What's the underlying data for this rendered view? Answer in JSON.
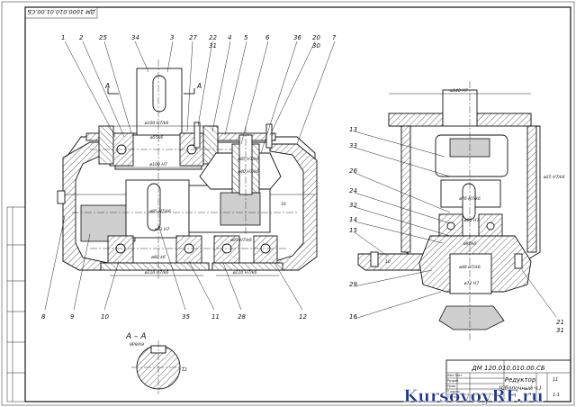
{
  "drawing": {
    "doc_code_top": "ДМ 1000.010.01.00.СБ",
    "doc_code_title": "ДМ 120.010.010.00.СБ",
    "title": "Редуктор",
    "subtitle": "(Сборочный ч.)",
    "sheet_count": "11",
    "scale": "1:1",
    "section_label": "А – А",
    "section_mark_left": "А",
    "section_mark_right": "А"
  },
  "leaders_top": [
    "1",
    "2",
    "25",
    "34",
    "3",
    "27",
    "22",
    "31",
    "4",
    "5",
    "6",
    "36",
    "20",
    "30",
    "7"
  ],
  "leaders_bottom": [
    "8",
    "9",
    "10",
    "35",
    "11",
    "28",
    "12"
  ],
  "leaders_right": [
    "13",
    "33",
    "26",
    "24",
    "32",
    "14",
    "15",
    "29",
    "16",
    "21",
    "31"
  ],
  "dims": {
    "d1": "ø100 Н7/k6",
    "d2": "ø55k6",
    "d3": "ø100 Н7",
    "d4": "ø85 Н7/k6",
    "d5": "ø40 Н7/k6",
    "d6": "ø85 Н7/k6",
    "d7": "ø110 Н7/k6",
    "d8": "ø72 Н7",
    "d9": "ø95 Н7/k6",
    "d10": "ø110 Н7/k6",
    "d11": "ø25 Н7/k6",
    "d12": "ø80 k6",
    "d13": "ø140 Н7",
    "d14": "ø76 Н7/k6",
    "d15": "ø60 Н7",
    "d16": "ø90k6",
    "d17": "ø46 Н7/k6",
    "d18": "ø55 Н7",
    "d19": "ø72 Н7",
    "d20": "8Р9/h9",
    "d21": "12",
    "d22": "16",
    "d23": "10"
  },
  "stamp": {
    "row1": "Изм Лист",
    "row2": "Разраб.",
    "row3": "Пров.",
    "row4": "Т.контр.",
    "row5": "Н.контр.",
    "row6": "Утв."
  },
  "watermark": "KursovoyRF.ru"
}
